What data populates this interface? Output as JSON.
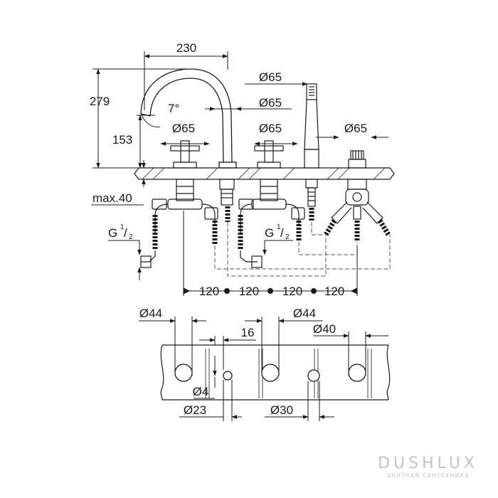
{
  "dimensions": {
    "spout_reach": "230",
    "total_height": "279",
    "spout_height": "153",
    "spout_angle": "7°",
    "max_deck": "max.40",
    "rosette_left": "Ø65",
    "rosette_spout": "Ø65",
    "rosette_mid": "Ø65",
    "rosette_shower": "Ø65",
    "rosette_right": "Ø65",
    "thread_left": "G",
    "thread_right": "G",
    "thread_num": "1",
    "thread_den": "2",
    "spacing": [
      "120",
      "120",
      "120",
      "120"
    ],
    "hole_left": "Ø44",
    "hole_mid": "Ø44",
    "hole_right": "Ø40",
    "offset": "16",
    "small_hole": "Ø4",
    "hole_spout": "Ø23",
    "hole_shower": "Ø30"
  },
  "watermark": {
    "brand": "DUSHLUX",
    "tagline": "ЭЛИТНАЯ САНТЕХНИКА"
  },
  "colors": {
    "line": "#1a1a1a",
    "hidden_line": "#555555",
    "watermark": "#c4c4c4"
  }
}
